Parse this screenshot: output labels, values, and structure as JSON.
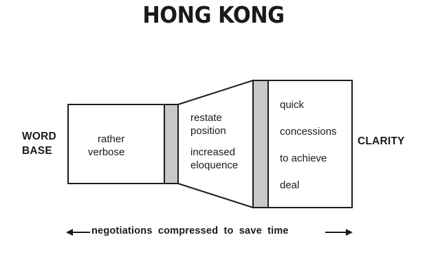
{
  "title": "HONG KONG",
  "left_label": [
    "WORD",
    "BASE"
  ],
  "right_label": "CLARITY",
  "stage1": [
    "rather",
    "verbose"
  ],
  "stage2": {
    "line1": [
      "restate",
      "position"
    ],
    "line2": [
      "increased",
      "eloquence"
    ]
  },
  "stage3": [
    "quick",
    "concessions",
    "to achieve",
    "deal"
  ],
  "footer": "negotiations compressed to save time",
  "colors": {
    "ink": "#1a1a1a",
    "band": "#c8c8c8",
    "background": "#ffffff"
  }
}
